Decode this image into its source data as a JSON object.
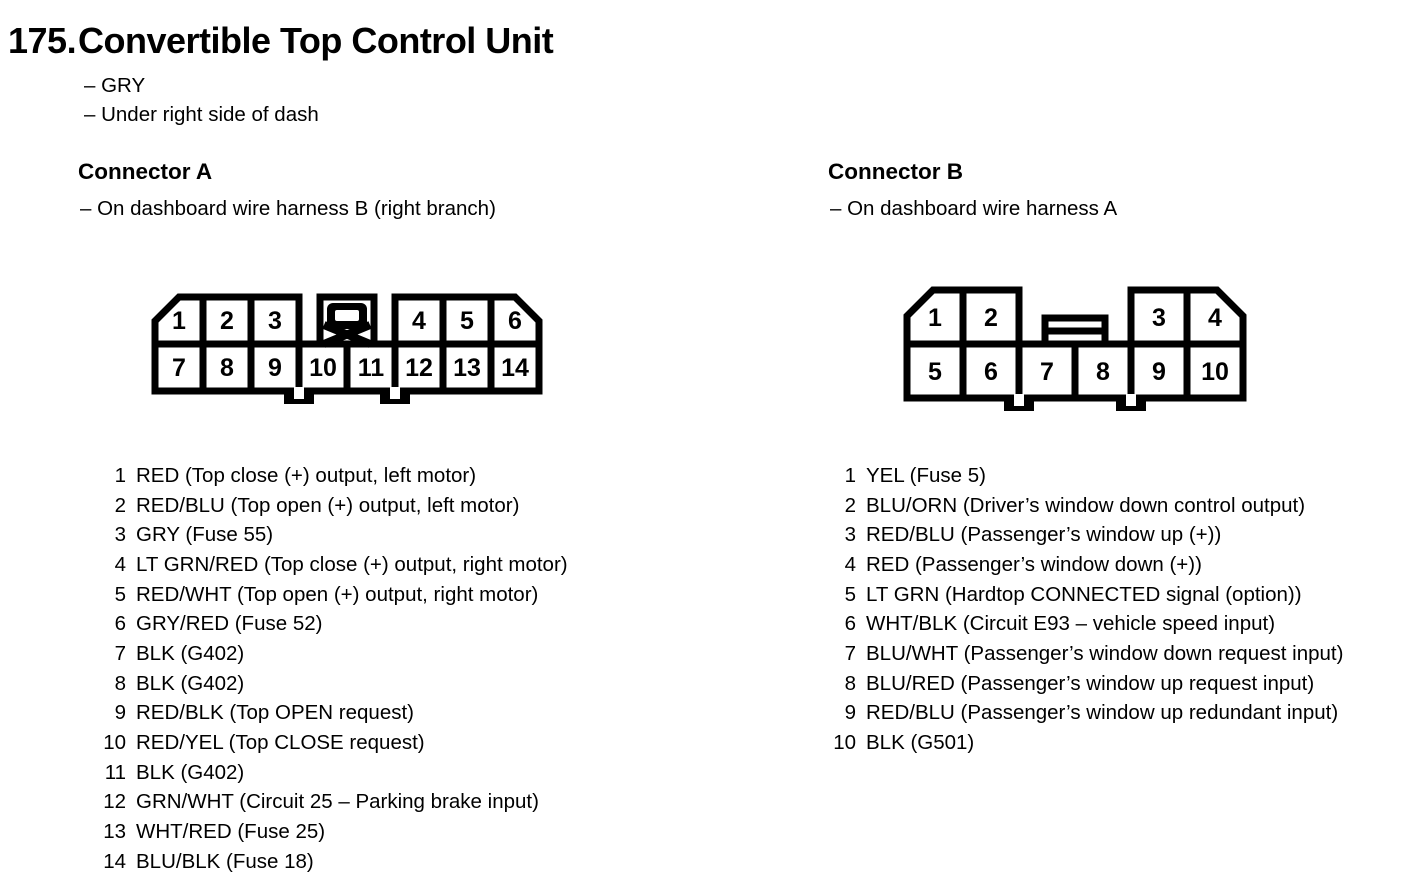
{
  "page": {
    "number": "175.",
    "title": "Convertible Top Control Unit",
    "notes": [
      "– GRY",
      "– Under right side of dash"
    ]
  },
  "colors": {
    "ink": "#000000",
    "paper": "#ffffff"
  },
  "connector_a": {
    "heading": "Connector A",
    "note": "– On dashboard wire harness B (right branch)",
    "diagram_pins": {
      "top": [
        "1",
        "2",
        "3",
        "4",
        "5",
        "6"
      ],
      "bottom": [
        "7",
        "8",
        "9",
        "10",
        "11",
        "12",
        "13",
        "14"
      ]
    },
    "pins": [
      {
        "num": "1",
        "desc": "RED (Top close (+) output, left motor)"
      },
      {
        "num": "2",
        "desc": "RED/BLU (Top open (+) output, left motor)"
      },
      {
        "num": "3",
        "desc": "GRY (Fuse 55)"
      },
      {
        "num": "4",
        "desc": "LT GRN/RED (Top close (+) output, right motor)"
      },
      {
        "num": "5",
        "desc": "RED/WHT (Top open (+) output, right motor)"
      },
      {
        "num": "6",
        "desc": "GRY/RED (Fuse 52)"
      },
      {
        "num": "7",
        "desc": "BLK (G402)"
      },
      {
        "num": "8",
        "desc": "BLK (G402)"
      },
      {
        "num": "9",
        "desc": "RED/BLK (Top OPEN request)"
      },
      {
        "num": "10",
        "desc": "RED/YEL (Top CLOSE request)"
      },
      {
        "num": "11",
        "desc": "BLK (G402)"
      },
      {
        "num": "12",
        "desc": "GRN/WHT (Circuit 25 – Parking brake input)"
      },
      {
        "num": "13",
        "desc": "WHT/RED (Fuse 25)"
      },
      {
        "num": "14",
        "desc": "BLU/BLK (Fuse 18)"
      }
    ]
  },
  "connector_b": {
    "heading": "Connector B",
    "note": "– On dashboard wire harness A",
    "diagram_pins": {
      "top": [
        "1",
        "2",
        "3",
        "4"
      ],
      "bottom": [
        "5",
        "6",
        "7",
        "8",
        "9",
        "10"
      ]
    },
    "pins": [
      {
        "num": "1",
        "desc": "YEL (Fuse 5)"
      },
      {
        "num": "2",
        "desc": "BLU/ORN (Driver’s window down control output)"
      },
      {
        "num": "3",
        "desc": "RED/BLU (Passenger’s window up (+))"
      },
      {
        "num": "4",
        "desc": "RED (Passenger’s window down (+))"
      },
      {
        "num": "5",
        "desc": "LT GRN (Hardtop CONNECTED signal (option))"
      },
      {
        "num": "6",
        "desc": "WHT/BLK (Circuit E93 – vehicle speed input)"
      },
      {
        "num": "7",
        "desc": "BLU/WHT (Passenger’s window down request input)"
      },
      {
        "num": "8",
        "desc": "BLU/RED (Passenger’s window up request input)"
      },
      {
        "num": "9",
        "desc": "RED/BLU (Passenger’s window up redundant input)"
      },
      {
        "num": "10",
        "desc": "BLK (G501)"
      }
    ]
  }
}
